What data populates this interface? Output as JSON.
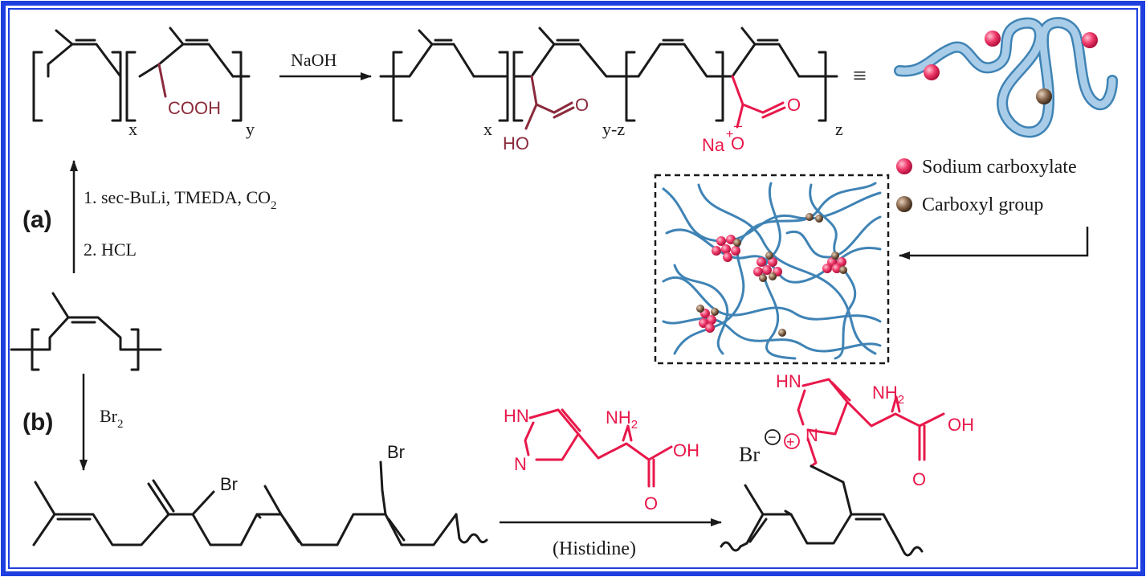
{
  "colors": {
    "frame": "#1f3fe0",
    "bond": "#1a1a1a",
    "histidine": "#e8184a",
    "carboxyl_text": "#8a2b3c",
    "chain": "#9cc3e2",
    "chain_stroke": "#3f83b5",
    "sodium_bead": "#f0396a",
    "carboxyl_bead": "#8a6a50"
  },
  "top_reaction": {
    "reactant_subscript_x": "x",
    "reactant_subscript_y": "y",
    "reactant_group": "COOH",
    "reagent": "NaOH",
    "product_subscript_x": "x",
    "product_subscript_yz": "y-z",
    "product_subscript_z": "z",
    "product_acid_HO": "HO",
    "product_acid_O": "O",
    "product_salt_Na": "Na",
    "product_salt_plus": "+",
    "product_salt_O": "O",
    "product_salt_minus": "–",
    "product_salt_O2": "O",
    "equivalence": "≡"
  },
  "legend": {
    "sodium": "Sodium carboxylate",
    "carboxyl": "Carboxyl group"
  },
  "step_a": {
    "label": "(a)",
    "reagent_line1": "1. sec-BuLi, TMEDA, CO",
    "reagent_line1_sub": "2",
    "reagent_line2": "2. HCL"
  },
  "step_b": {
    "label": "(b)",
    "reagent": "Br",
    "reagent_sub": "2"
  },
  "bottom_reaction": {
    "br1": "Br",
    "br2": "Br",
    "histidine_NH": "HN",
    "histidine_N": "N",
    "histidine_NH2": "NH",
    "histidine_NH2_sub": "2",
    "histidine_OH": "OH",
    "histidine_O": "O",
    "arrow_label": "(Histidine)",
    "product_HN": "HN",
    "product_N": "N",
    "product_NH2": "NH",
    "product_NH2_sub": "2",
    "product_OH": "OH",
    "product_O": "O",
    "product_Br": "Br",
    "product_minus": "−",
    "product_plus": "+"
  }
}
